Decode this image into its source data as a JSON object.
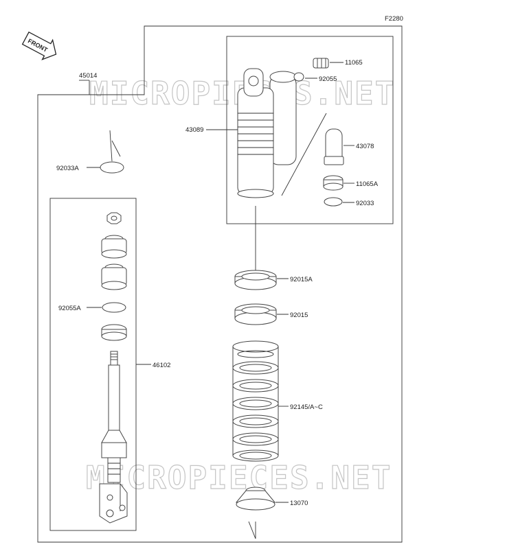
{
  "page_code": "F2280",
  "front_label": "FRONT",
  "watermark": "MICROPIECES.NET",
  "callouts": {
    "assembly": "45014",
    "shock_body": "43089",
    "rod": "46102",
    "ring_a": "92033A",
    "oring_a": "92055A",
    "valve": "11065",
    "oring": "92055",
    "reservoir": "43078",
    "valve_a": "11065A",
    "ring": "92033",
    "nut_a": "92015A",
    "nut": "92015",
    "spring": "92145/A~C",
    "seat": "13070"
  }
}
